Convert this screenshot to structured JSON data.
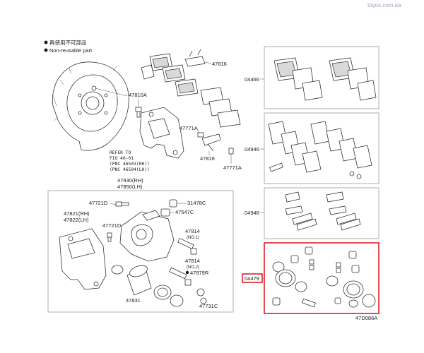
{
  "watermark": "toyox.com.ua",
  "legend": {
    "line1": "再使用不可部品",
    "line2": "Non-reusable part"
  },
  "refer": {
    "line1": "REFER TO",
    "line2": "FIG 46-01",
    "line3": "(PNC 46503(RH))",
    "line4": "(PNC 46504(LH))"
  },
  "labels": {
    "p47816": "47816",
    "p47810A": "47810A",
    "p47771A_a": "47771A",
    "p47816b": "47816",
    "p47771A_b": "47771A",
    "p47830": "47830(RH)",
    "p47850": "47850(LH)",
    "p47721D": "47721D",
    "p31478C": "31478C",
    "p47547C": "47547C",
    "p47821": "47821(RH)",
    "p47822": "47822(LH)",
    "p47721D_b": "47721D",
    "p47814_1": "47814",
    "no1": "(NO.1)",
    "p47814_2": "47814",
    "no2": "(NO.2)",
    "p47879R": "47879R",
    "p47831": "47831",
    "p47731C": "47731C",
    "p04466": "04466",
    "p04946": "04946",
    "p04948": "04948",
    "p04479": "04479",
    "figcode": "47D086A"
  },
  "colors": {
    "highlight": "#e0202a",
    "watermark": "#9aa3b5"
  }
}
